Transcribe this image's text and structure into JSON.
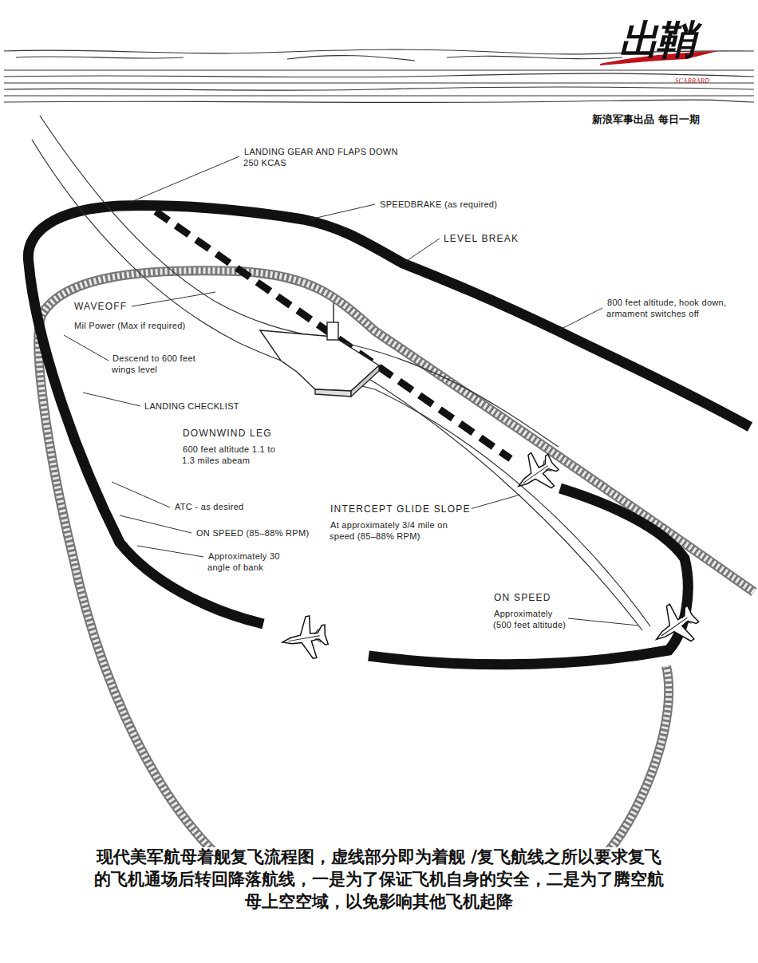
{
  "diagram": {
    "caption": "现代美军航母着舰复飞流程图，虚线部分即为着舰 /复飞航线之所以要求复飞的飞机通场后转回降落航线，一是为了保证飞机自身的安全，二是为了腾空航母上空空域，以免影响其他飞机起降",
    "labels": [
      "LANDING GEAR AND FLAPS DOWN 250 KCAS",
      "SPEEDBRAKE (as required)",
      "LEVEL BREAK",
      "800 feet altitude, hook down, armament switches off",
      "WAVEOFF",
      "Mil Power (Max if required)",
      "Descend to 600 feet wings level",
      "LANDING CHECKLIST",
      "DOWNWIND LEG",
      "600 feet altitude 1.1 to 1.3 miles abeam",
      "ATC - as desired",
      "ON SPEED (85–88% RPM)",
      "Approximately 30 angle of bank",
      "INTERCEPT GLIDE SLOPE",
      "At approximately 3/4 mile on speed (85–88% RPM)",
      "ON SPEED",
      "Approximately (500 feet altitude)",
      "出鞘",
      "SCABBARD",
      "新浪军事出品 每日一期"
    ]
  }
}
